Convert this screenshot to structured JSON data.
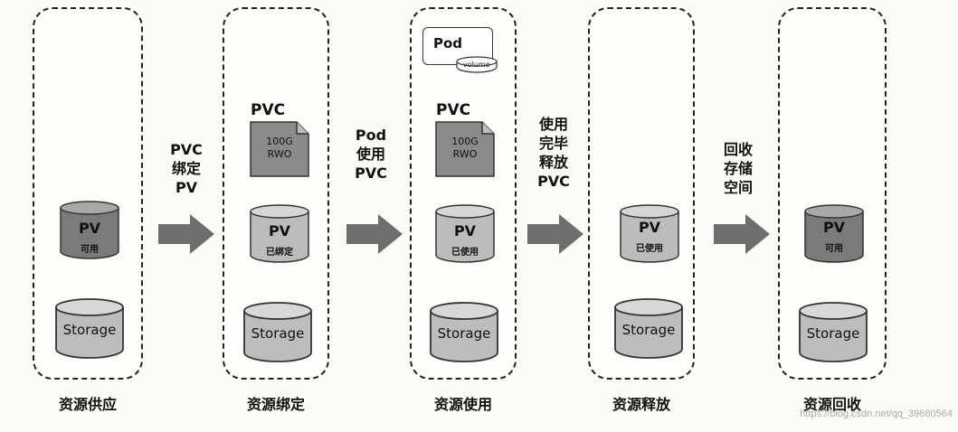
{
  "stages": [
    {
      "label": "资源供应"
    },
    {
      "label": "资源绑定"
    },
    {
      "label": "资源使用"
    },
    {
      "label": "资源释放"
    },
    {
      "label": "资源回收"
    }
  ],
  "transitions": [
    {
      "line1": "PVC",
      "line2": "绑定",
      "line3": "PV"
    },
    {
      "line1": "Pod",
      "line2": "使用",
      "line3": "PVC"
    },
    {
      "line1": "使用",
      "line2": "完毕",
      "line3": "释放",
      "line4": "PVC"
    },
    {
      "line1": "回收",
      "line2": "存储",
      "line3": "空间"
    }
  ],
  "pv": {
    "title": "PV",
    "states": [
      "可用",
      "已绑定",
      "已使用",
      "已使用",
      "可用"
    ]
  },
  "storage": {
    "label": "Storage"
  },
  "pvc": {
    "title": "PVC",
    "size": "100G",
    "mode": "RWO"
  },
  "pod": {
    "label": "Pod",
    "volume": "volume"
  },
  "watermark": "https://blog.csdn.net/qq_39680564",
  "colors": {
    "pv_dark": "#7a7a7a",
    "pv_light": "#b4b4b4",
    "arrow": "#6e6e6e",
    "doc": "#8a8a8a"
  }
}
